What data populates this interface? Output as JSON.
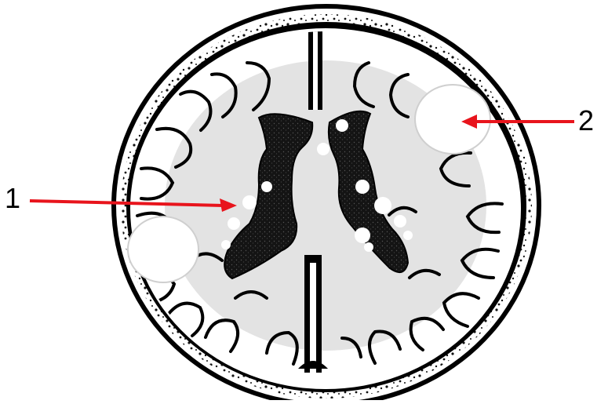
{
  "labels": [
    {
      "id": "1",
      "text": "1"
    },
    {
      "id": "2",
      "text": "2"
    }
  ],
  "colors": {
    "arrow": "#e8141c",
    "skull": "#000000",
    "white_matter": "#e3e3e3",
    "gray_matter": "#ffffff",
    "ventricle": "#1a1a1a",
    "lesion": "#ffffff"
  }
}
